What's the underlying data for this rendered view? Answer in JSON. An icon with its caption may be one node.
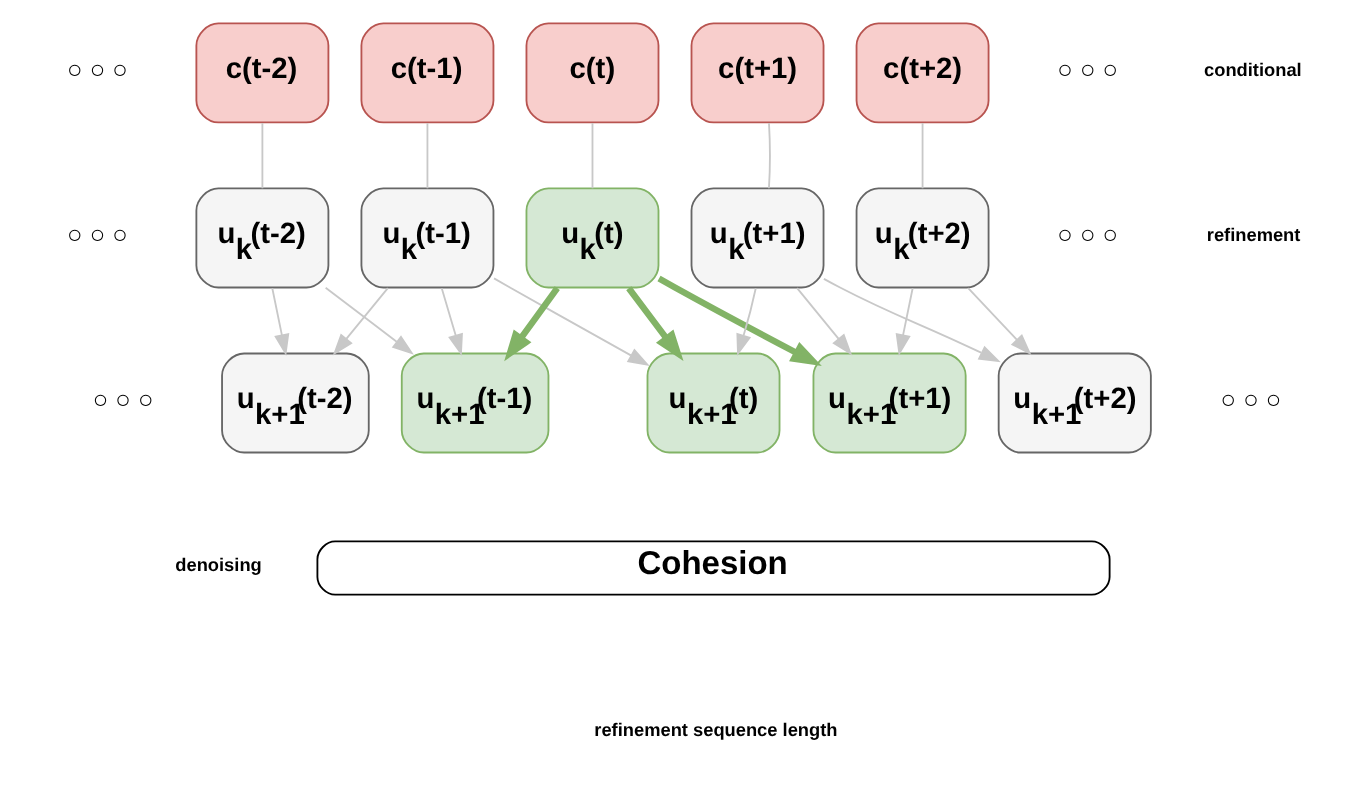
{
  "diagram": {
    "nodes": [
      {
        "text": [
          "c(t-2)"
        ]
      },
      {
        "text": [
          "c(t-1)"
        ]
      },
      {
        "text": [
          "c(t)"
        ]
      },
      {
        "text": [
          "c(t+1)"
        ]
      },
      {
        "text": [
          "c(t+2)"
        ]
      },
      {
        "text": [
          "u$_{k}$(t-2)"
        ]
      },
      {
        "text": [
          "u$_{k}$(t-1)"
        ]
      },
      {
        "text": [
          "u$_{k}$(t)"
        ]
      },
      {
        "text": [
          "u$_{k}$(t+1)"
        ]
      },
      {
        "text": [
          "u$_{k}$(t+2)"
        ]
      },
      {
        "text": [
          "Cohesion"
        ]
      },
      {
        "text": [
          "u$_{k+1}$(t-2)"
        ]
      },
      {
        "text": [
          "u$_{k+1}$(t-1)"
        ]
      },
      {
        "text": [
          "u$_{k+1}$(t)"
        ]
      },
      {
        "text": [
          "u$_{k+1}$(t+1)"
        ]
      },
      {
        "text": [
          "u$_{k+1}$(t+2)"
        ]
      }
    ],
    "edges": [
      {
        "from": 0,
        "to": 5,
        "arrow": "none"
      },
      {
        "from": 1,
        "to": 6,
        "arrow": "none"
      },
      {
        "from": 2,
        "to": 7,
        "arrow": "none"
      },
      {
        "from": 3,
        "to": 8,
        "arrow": "none"
      },
      {
        "from": 4,
        "to": 9,
        "arrow": "none"
      },
      {
        "from": 5,
        "to": 11,
        "arrow": "to"
      },
      {
        "from": 5,
        "to": 12,
        "arrow": "to"
      },
      {
        "from": 6,
        "to": 11,
        "arrow": "to"
      },
      {
        "from": 6,
        "to": 12,
        "arrow": "to"
      },
      {
        "from": 6,
        "to": 13,
        "arrow": "to"
      },
      {
        "from": 7,
        "to": 12,
        "arrow": "to",
        "style": "thick",
        "color": "#82b366"
      },
      {
        "from": 7,
        "to": 13,
        "arrow": "to",
        "style": "thick",
        "color": "#82b366"
      },
      {
        "from": 7,
        "to": 14,
        "arrow": "to",
        "style": "thick",
        "color": "#82b366"
      },
      {
        "from": 8,
        "to": 13,
        "arrow": "to"
      },
      {
        "from": 8,
        "to": 14,
        "arrow": "to"
      },
      {
        "from": 8,
        "to": 15,
        "arrow": "to"
      },
      {
        "from": 9,
        "to": 14,
        "arrow": "to"
      },
      {
        "from": 9,
        "to": 15,
        "arrow": "to"
      }
    ],
    "labels": [
      "○ ○ ○",
      "○ ○ ○",
      "conditional",
      "refinement",
      "denoising",
      "○ ○ ○",
      "○ ○ ○",
      "○ ○ ○",
      "○ ○ ○",
      "refinement sequence length"
    ]
  }
}
